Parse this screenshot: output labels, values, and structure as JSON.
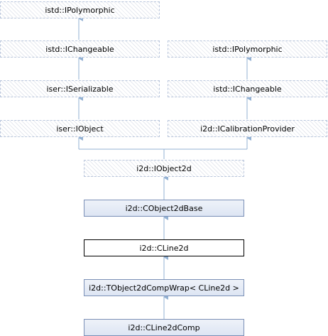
{
  "nodes": {
    "ipolymorphic_left": "istd::IPolymorphic",
    "ichangeable_left": "istd::IChangeable",
    "ipolymorphic_right": "istd::IPolymorphic",
    "iserializable": "iser::ISerializable",
    "ichangeable_right": "istd::IChangeable",
    "iobject": "iser::IObject",
    "icalibrationprovider": "i2d::ICalibrationProvider",
    "iobject2d": "i2d::IObject2d",
    "cobject2dbase": "i2d::CObject2dBase",
    "cline2d": "i2d::CLine2d",
    "tobject2dcompwrap": "i2d::TObject2dCompWrap< CLine2d >",
    "cline2dcomp": "i2d::CLine2dComp"
  },
  "colors": {
    "edge": "#93b1d3",
    "abstract_border": "#b9c6dc",
    "base_border": "#7a8fb6",
    "current_border": "#000000"
  }
}
